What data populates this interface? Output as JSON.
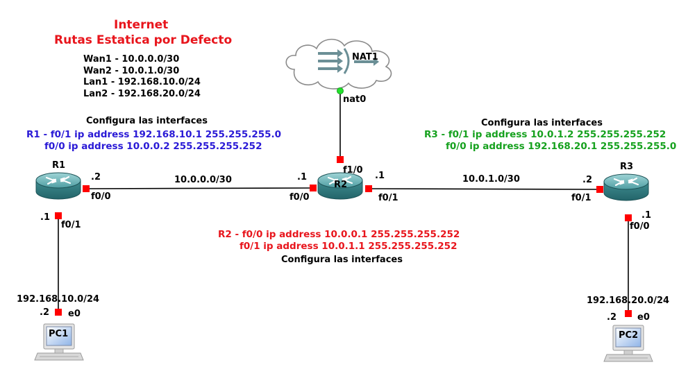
{
  "title": {
    "line1": "Internet",
    "line2": "Rutas Estatica por Defecto"
  },
  "networks_legend": [
    "Wan1 - 10.0.0.0/30",
    "Wan2 - 10.0.1.0/30",
    "Lan1 - 192.168.10.0/24",
    "Lan2 - 192.168.20.0/24"
  ],
  "colors": {
    "red": "#e8151c",
    "blue": "#2a1ad6",
    "green": "#16a11e",
    "port": "#ff0000",
    "nat_port": "#22e22c"
  },
  "nodes": {
    "nat1": {
      "label": "NAT1",
      "icon": "cloud-nat-icon",
      "port": "nat0"
    },
    "r1": {
      "label": "R1",
      "icon": "router-icon"
    },
    "r2": {
      "label": "R2",
      "icon": "router-icon"
    },
    "r3": {
      "label": "R3",
      "icon": "router-icon"
    },
    "pc1": {
      "label": "PC1",
      "icon": "computer-icon"
    },
    "pc2": {
      "label": "PC2",
      "icon": "computer-icon"
    }
  },
  "links": {
    "r1_r2": {
      "network": "10.0.0.0/30",
      "r1_port": "f0/0",
      "r1_host": ".2",
      "r2_port": "f0/0",
      "r2_host": ".1"
    },
    "r2_r3": {
      "network": "10.0.1.0/30",
      "r2_port": "f0/1",
      "r2_host": ".1",
      "r3_port": "f0/1",
      "r3_host": ".2"
    },
    "r2_nat": {
      "r2_port": "f1/0",
      "nat_port": "nat0"
    },
    "r1_pc1": {
      "network": "192.168.10.0/24",
      "r1_port": "f0/1",
      "r1_host": ".1",
      "pc_port": "e0",
      "pc_host": ".2"
    },
    "r3_pc2": {
      "network": "192.168.20.0/24",
      "r3_port": "f0/0",
      "r3_host": ".1",
      "pc_port": "e0",
      "pc_host": ".2"
    }
  },
  "configs": {
    "r1": {
      "heading": "Configura las interfaces",
      "line1": "R1 - f0/1 ip address 192.168.10.1  255.255.255.0",
      "line2": "f0/0 ip  address 10.0.0.2  255.255.255.252"
    },
    "r2": {
      "line1": "R2 - f0/0 ip address 10.0.0.1  255.255.255.252",
      "line2": "f0/1 ip address 10.0.1.1  255.255.255.252",
      "heading": "Configura las interfaces"
    },
    "r3": {
      "heading": "Configura las interfaces",
      "line1": "R3 - f0/1 ip address 10.0.1.2  255.255.255.252",
      "line2": "f0/0 ip address 192.168.20.1  255.255.255.0"
    }
  }
}
